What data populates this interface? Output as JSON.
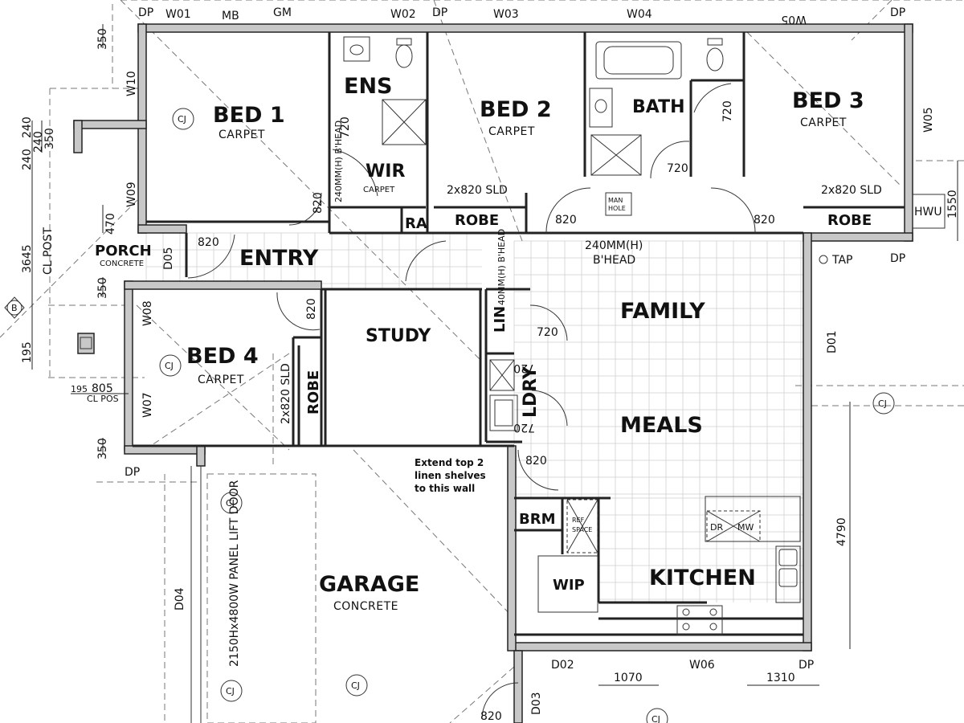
{
  "rooms": {
    "bed1": "BED 1",
    "bed2": "BED 2",
    "bed3": "BED 3",
    "bed4": "BED 4",
    "ens": "ENS",
    "wir": "WIR",
    "bath": "BATH",
    "entry": "ENTRY",
    "porch": "PORCH",
    "study": "STUDY",
    "family": "FAMILY",
    "meals": "MEALS",
    "kitchen": "KITCHEN",
    "garage": "GARAGE",
    "ldry": "LDRY",
    "lin": "LIN",
    "brm": "BRM",
    "wip": "WIP",
    "robe": "ROBE",
    "ra": "RA"
  },
  "finishes": {
    "carpet": "CARPET",
    "concrete": "CONCRETE"
  },
  "openings": {
    "dp": "DP",
    "w01": "W01",
    "mb": "MB",
    "gm": "GM",
    "w02": "W02",
    "w03": "W03",
    "w04": "W04",
    "w05": "W05",
    "w05_mirror": "W05",
    "w06": "W06",
    "w07": "W07",
    "w08": "W08",
    "w09": "W09",
    "w10": "W10",
    "d01": "D01",
    "d02": "D02",
    "d03": "D03",
    "d04": "D04",
    "d05": "D05"
  },
  "doors": {
    "d820": "820",
    "d720": "720",
    "d720_rev": "720"
  },
  "labels": {
    "slider": "2x820 SLD",
    "bhead_240": "240MM(H)",
    "bhead": "B'HEAD",
    "bhead_240_vert": "240MM(H) B'HEAD",
    "bhead_vert2": "40MM(H) B'HEAD",
    "manhole_1": "MAN",
    "manhole_2": "HOLE",
    "hwu": "HWU",
    "tap": "TAP",
    "cj": "CJ",
    "dr": "DR",
    "mw": "MW",
    "ref_1": "REF",
    "ref_2": "SPACE",
    "cl_post": "CL POST",
    "cl_pos": "CL POS",
    "grid_b": "B",
    "garage_door": "2150Hx4800W PANEL LIFT DOOR",
    "note": [
      "Extend top 2",
      "linen shelves",
      "to this wall"
    ]
  },
  "dims": {
    "d350": "350",
    "d240": "240",
    "d3645": "3645",
    "d470": "470",
    "d195": "195",
    "d805": "805",
    "d1550": "1550",
    "d4790": "4790",
    "d1070": "1070",
    "d1310": "1310"
  }
}
